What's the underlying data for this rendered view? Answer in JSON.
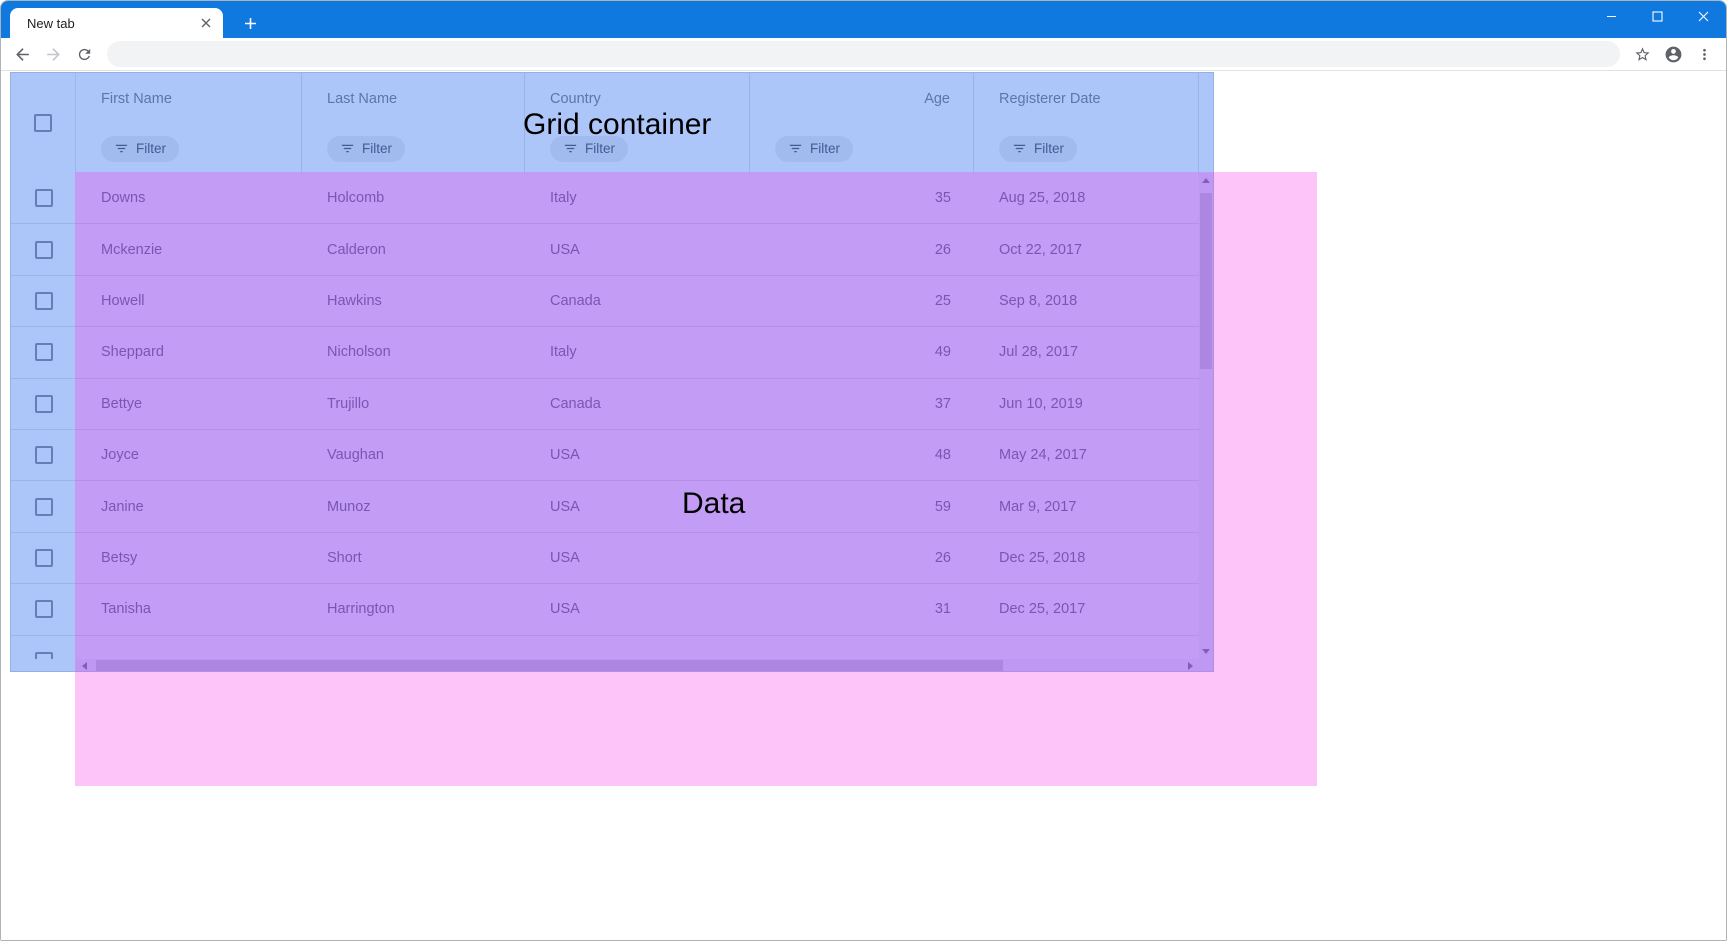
{
  "browser": {
    "tab": {
      "title": "New tab"
    },
    "toolbar": {
      "address_value": ""
    }
  },
  "colors": {
    "titlebar_blue": "#0f79e0",
    "grid_container_overlay": "rgba(60,120,240,0.42)",
    "data_overlay": "rgba(250,60,240,0.30)"
  },
  "annotations": {
    "grid_container": "Grid container",
    "data": "Data"
  },
  "icons": [
    "back-icon",
    "forward-icon",
    "refresh-icon",
    "bookmark-star-icon",
    "profile-icon",
    "menu-dots-icon",
    "tab-close-icon",
    "new-tab-plus-icon",
    "minimize-icon",
    "maximize-icon",
    "close-icon",
    "filter-icon",
    "checkbox-unchecked",
    "scroll-up-icon",
    "scroll-down-icon",
    "scroll-left-icon",
    "scroll-right-icon"
  ],
  "grid": {
    "columns": [
      {
        "field": "firstName",
        "label": "First Name",
        "align": "left",
        "filter_label": "Filter"
      },
      {
        "field": "lastName",
        "label": "Last Name",
        "align": "left",
        "filter_label": "Filter"
      },
      {
        "field": "country",
        "label": "Country",
        "align": "left",
        "filter_label": "Filter"
      },
      {
        "field": "age",
        "label": "Age",
        "align": "right",
        "filter_label": "Filter"
      },
      {
        "field": "registererDate",
        "label": "Registerer Date",
        "align": "left",
        "filter_label": "Filter"
      }
    ],
    "rows": [
      {
        "firstName": "Downs",
        "lastName": "Holcomb",
        "country": "Italy",
        "age": 35,
        "registererDate": "Aug 25, 2018"
      },
      {
        "firstName": "Mckenzie",
        "lastName": "Calderon",
        "country": "USA",
        "age": 26,
        "registererDate": "Oct 22, 2017"
      },
      {
        "firstName": "Howell",
        "lastName": "Hawkins",
        "country": "Canada",
        "age": 25,
        "registererDate": "Sep 8, 2018"
      },
      {
        "firstName": "Sheppard",
        "lastName": "Nicholson",
        "country": "Italy",
        "age": 49,
        "registererDate": "Jul 28, 2017"
      },
      {
        "firstName": "Bettye",
        "lastName": "Trujillo",
        "country": "Canada",
        "age": 37,
        "registererDate": "Jun 10, 2019"
      },
      {
        "firstName": "Joyce",
        "lastName": "Vaughan",
        "country": "USA",
        "age": 48,
        "registererDate": "May 24, 2017"
      },
      {
        "firstName": "Janine",
        "lastName": "Munoz",
        "country": "USA",
        "age": 59,
        "registererDate": "Mar 9, 2017"
      },
      {
        "firstName": "Betsy",
        "lastName": "Short",
        "country": "USA",
        "age": 26,
        "registererDate": "Dec 25, 2018"
      },
      {
        "firstName": "Tanisha",
        "lastName": "Harrington",
        "country": "USA",
        "age": 31,
        "registererDate": "Dec 25, 2017"
      }
    ]
  }
}
